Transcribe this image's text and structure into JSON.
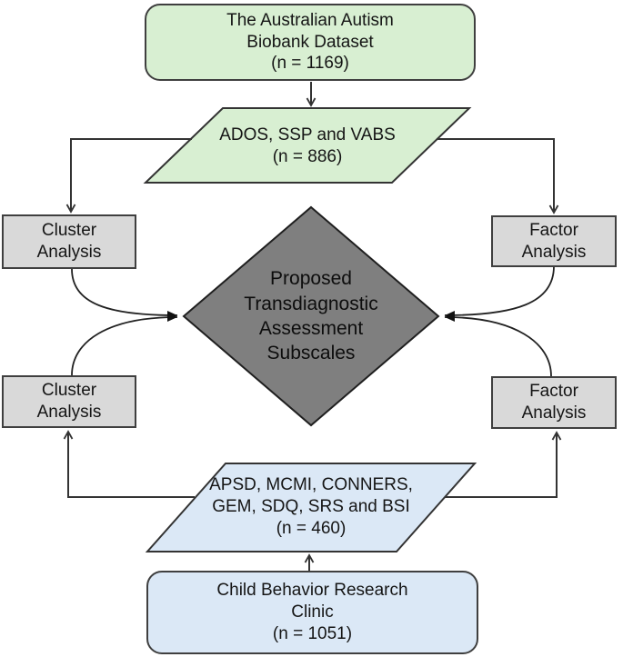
{
  "figure": {
    "background": "#ffffff",
    "description_colors": {
      "green_fill": "#d8efd2",
      "blue_fill": "#dbe8f6",
      "process_fill": "#d9d9d9",
      "diamond_fill": "#7f7f7f",
      "line": "#333333",
      "border": "#3f3f3f",
      "text": "#151515"
    }
  },
  "colors": {
    "green_fill": "#d8efd2",
    "blue_fill": "#dbe8f6",
    "process_fill": "#d9d9d9",
    "diamond_fill": "#7f7f7f",
    "line": "#333333"
  },
  "nodes": {
    "biobank": {
      "lines": [
        "The Australian Autism",
        "Biobank Dataset",
        "(n = 1169)"
      ]
    },
    "ados_ssp_vabs": {
      "lines": [
        "ADOS, SSP and VABS",
        "(n = 886)"
      ]
    },
    "cluster_analysis_top": {
      "lines": [
        "Cluster",
        "Analysis"
      ]
    },
    "factor_analysis_top": {
      "lines": [
        "Factor",
        "Analysis"
      ]
    },
    "proposed_subscales": {
      "lines": [
        "Proposed",
        "Transdiagnostic",
        "Assessment",
        "Subscales"
      ]
    },
    "cluster_analysis_bottom": {
      "lines": [
        "Cluster",
        "Analysis"
      ]
    },
    "factor_analysis_bottom": {
      "lines": [
        "Factor",
        "Analysis"
      ]
    },
    "clinic_measures": {
      "lines": [
        "APSD, MCMI, CONNERS,",
        "GEM, SDQ, SRS and BSI",
        "(n = 460)"
      ]
    },
    "clinic": {
      "lines": [
        "Child Behavior Research",
        "Clinic",
        "(n = 1051)"
      ]
    }
  }
}
